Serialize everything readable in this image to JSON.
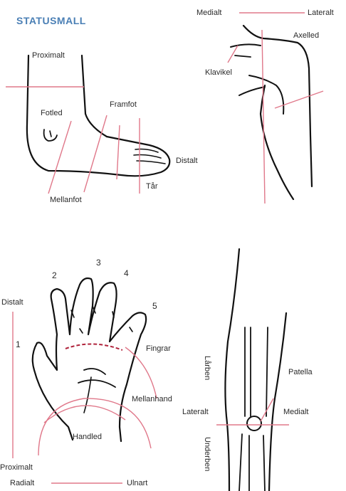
{
  "title": "STATUSMALL",
  "colors": {
    "title": "#4a7fb5",
    "guide_line": "#e0788a",
    "outline": "#111111"
  },
  "foot": {
    "labels": [
      "Proximalt",
      "Fotled",
      "Framfot",
      "Distalt",
      "Tår",
      "Mellanfot"
    ]
  },
  "shoulder": {
    "medial": "Medialt",
    "lateral": "Lateralt",
    "labels": [
      "Axelled",
      "Klavikel"
    ]
  },
  "hand": {
    "fingers": [
      "1",
      "2",
      "3",
      "4",
      "5"
    ],
    "labels": [
      "Distalt",
      "Fingrar",
      "Mellanhand",
      "Handled",
      "Proximalt"
    ],
    "radial": "Radialt",
    "ulnar": "Ulnart"
  },
  "knee": {
    "upper": "Lårben",
    "lower": "Underben",
    "labels": [
      "Patella",
      "Lateralt",
      "Medialt"
    ]
  }
}
